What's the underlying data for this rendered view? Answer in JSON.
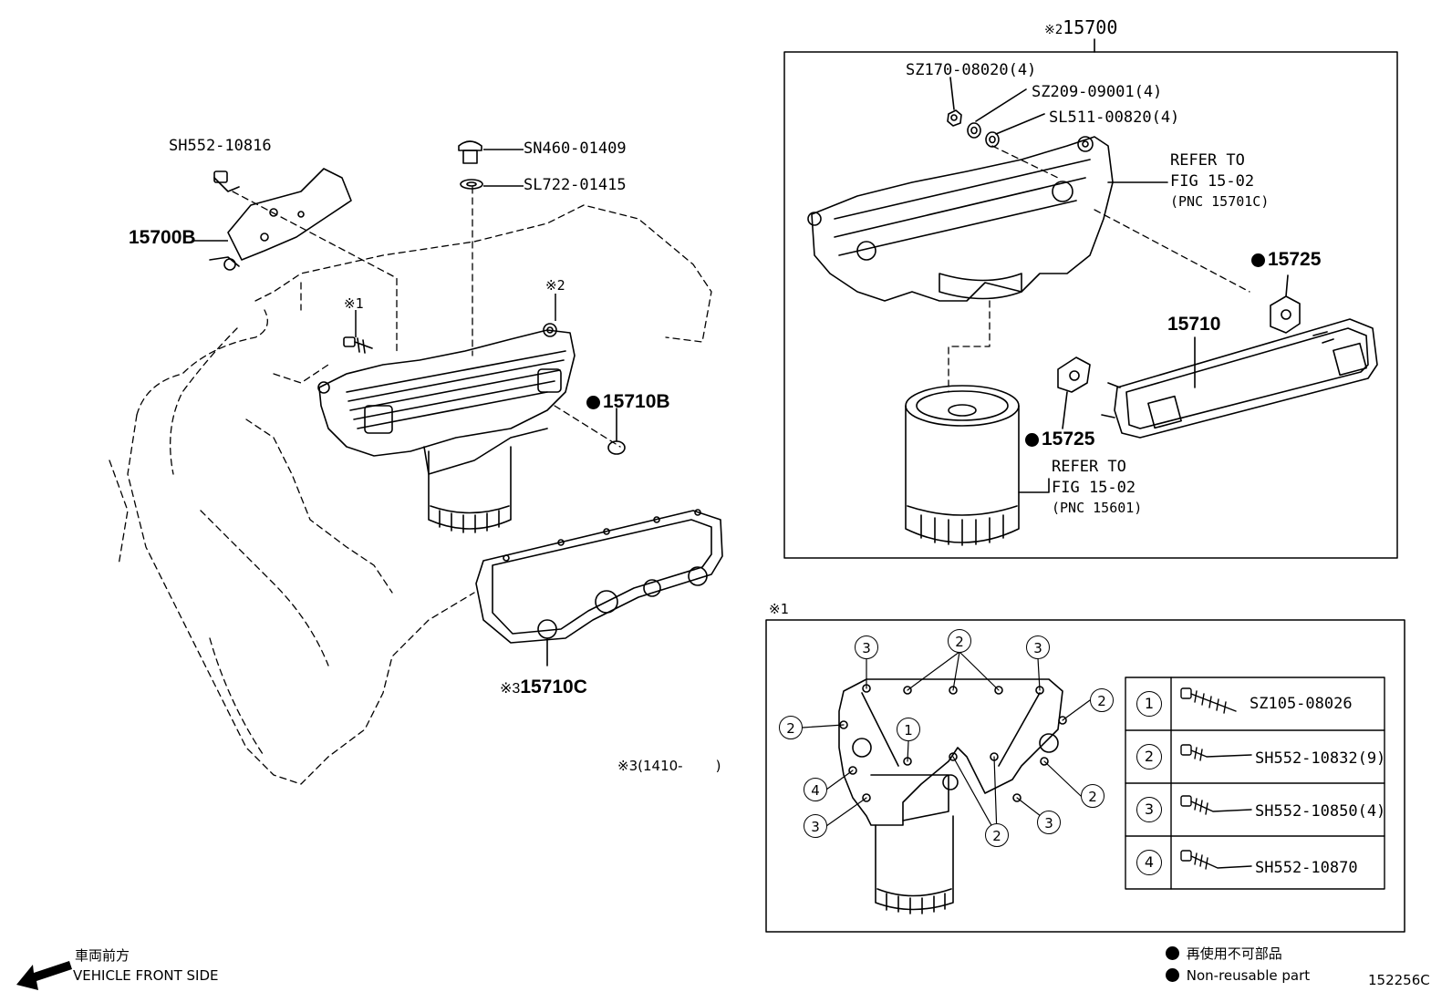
{
  "assembly": {
    "mark": "※2",
    "number": "15700"
  },
  "parts": {
    "sh552_10816": "SH552-10816",
    "p15700b": "15700B",
    "sn460_01409": "SN460-01409",
    "sl722_01415": "SL722-01415",
    "mark1": "※1",
    "mark2": "※2",
    "p15710b": "15710B",
    "p15710c_mark": "※3",
    "p15710c": "15710C",
    "sz170": "SZ170-08020(4)",
    "sz209": "SZ209-09001(4)",
    "sl511": "SL511-00820(4)",
    "p15725_a": "15725",
    "p15710": "15710",
    "p15725_b": "15725"
  },
  "refer_a": {
    "l1": "REFER TO",
    "l2": "FIG 15-02",
    "l3": "(PNC 15701C)"
  },
  "refer_b": {
    "l1": "REFER TO",
    "l2": "FIG 15-02",
    "l3": "(PNC 15601)"
  },
  "note3": {
    "mark": "※3",
    "text": "(1410-",
    "close": ")"
  },
  "detail": {
    "mark": "※1",
    "callouts": [
      "3",
      "2",
      "3",
      "2",
      "2",
      "1",
      "4",
      "3",
      "2",
      "2",
      "3"
    ],
    "legend": [
      {
        "num": "1",
        "part": "SZ105-08026"
      },
      {
        "num": "2",
        "part": "SH552-10832(9)"
      },
      {
        "num": "3",
        "part": "SH552-10850(4)"
      },
      {
        "num": "4",
        "part": "SH552-10870"
      }
    ]
  },
  "front": {
    "jp": "車両前方",
    "en": "VEHICLE FRONT SIDE"
  },
  "nonreuse": {
    "jp": "再使用不可部品",
    "en": "Non-reusable part"
  },
  "figure_id": "152256C"
}
